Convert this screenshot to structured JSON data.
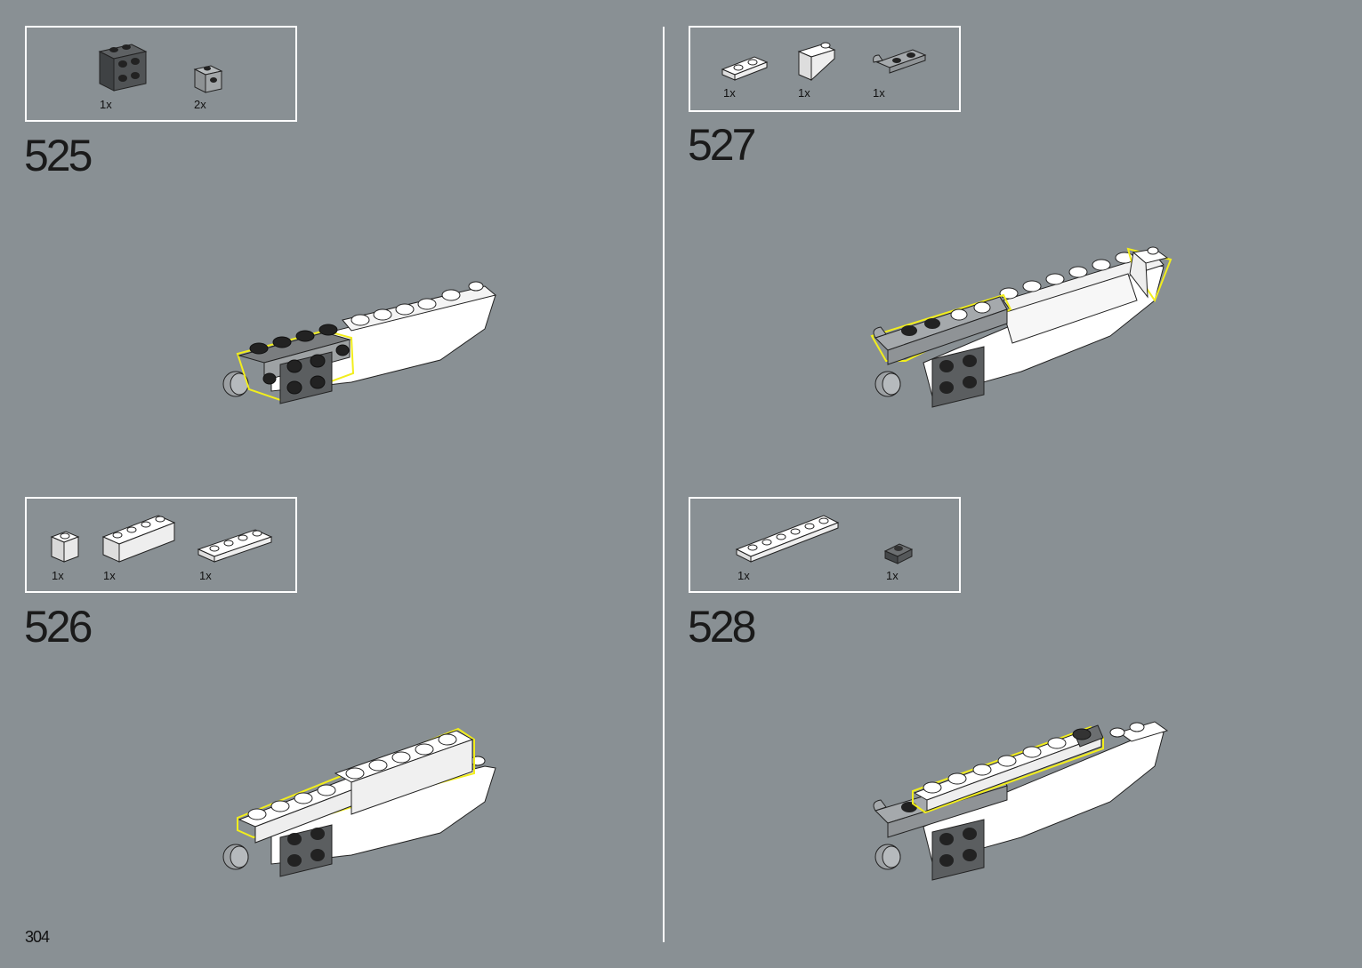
{
  "page_number": "304",
  "colors": {
    "background": "#899094",
    "highlight": "#f2ee1c",
    "white": "#ffffff",
    "dark_gray": "#5b5e60",
    "light_gray": "#a5a9ac"
  },
  "steps": [
    {
      "number": "525",
      "parts": [
        {
          "qty": "1x",
          "icon": "dark-gray-bracket-2x2-icon"
        },
        {
          "qty": "2x",
          "icon": "gray-bracket-1x1-icon"
        }
      ],
      "model": "boat-hull-step-525"
    },
    {
      "number": "526",
      "parts": [
        {
          "qty": "1x",
          "icon": "white-brick-1x1-icon"
        },
        {
          "qty": "1x",
          "icon": "white-brick-1x4-icon"
        },
        {
          "qty": "1x",
          "icon": "white-plate-1x4-icon"
        }
      ],
      "model": "boat-hull-step-526"
    },
    {
      "number": "527",
      "parts": [
        {
          "qty": "1x",
          "icon": "white-plate-1x2-icon"
        },
        {
          "qty": "1x",
          "icon": "white-slope-inverted-icon"
        },
        {
          "qty": "1x",
          "icon": "gray-plate-clip-icon"
        }
      ],
      "model": "boat-hull-step-527"
    },
    {
      "number": "528",
      "parts": [
        {
          "qty": "1x",
          "icon": "white-plate-1x6-icon"
        },
        {
          "qty": "1x",
          "icon": "dark-gray-plate-1x1-icon"
        }
      ],
      "model": "boat-hull-step-528"
    }
  ]
}
